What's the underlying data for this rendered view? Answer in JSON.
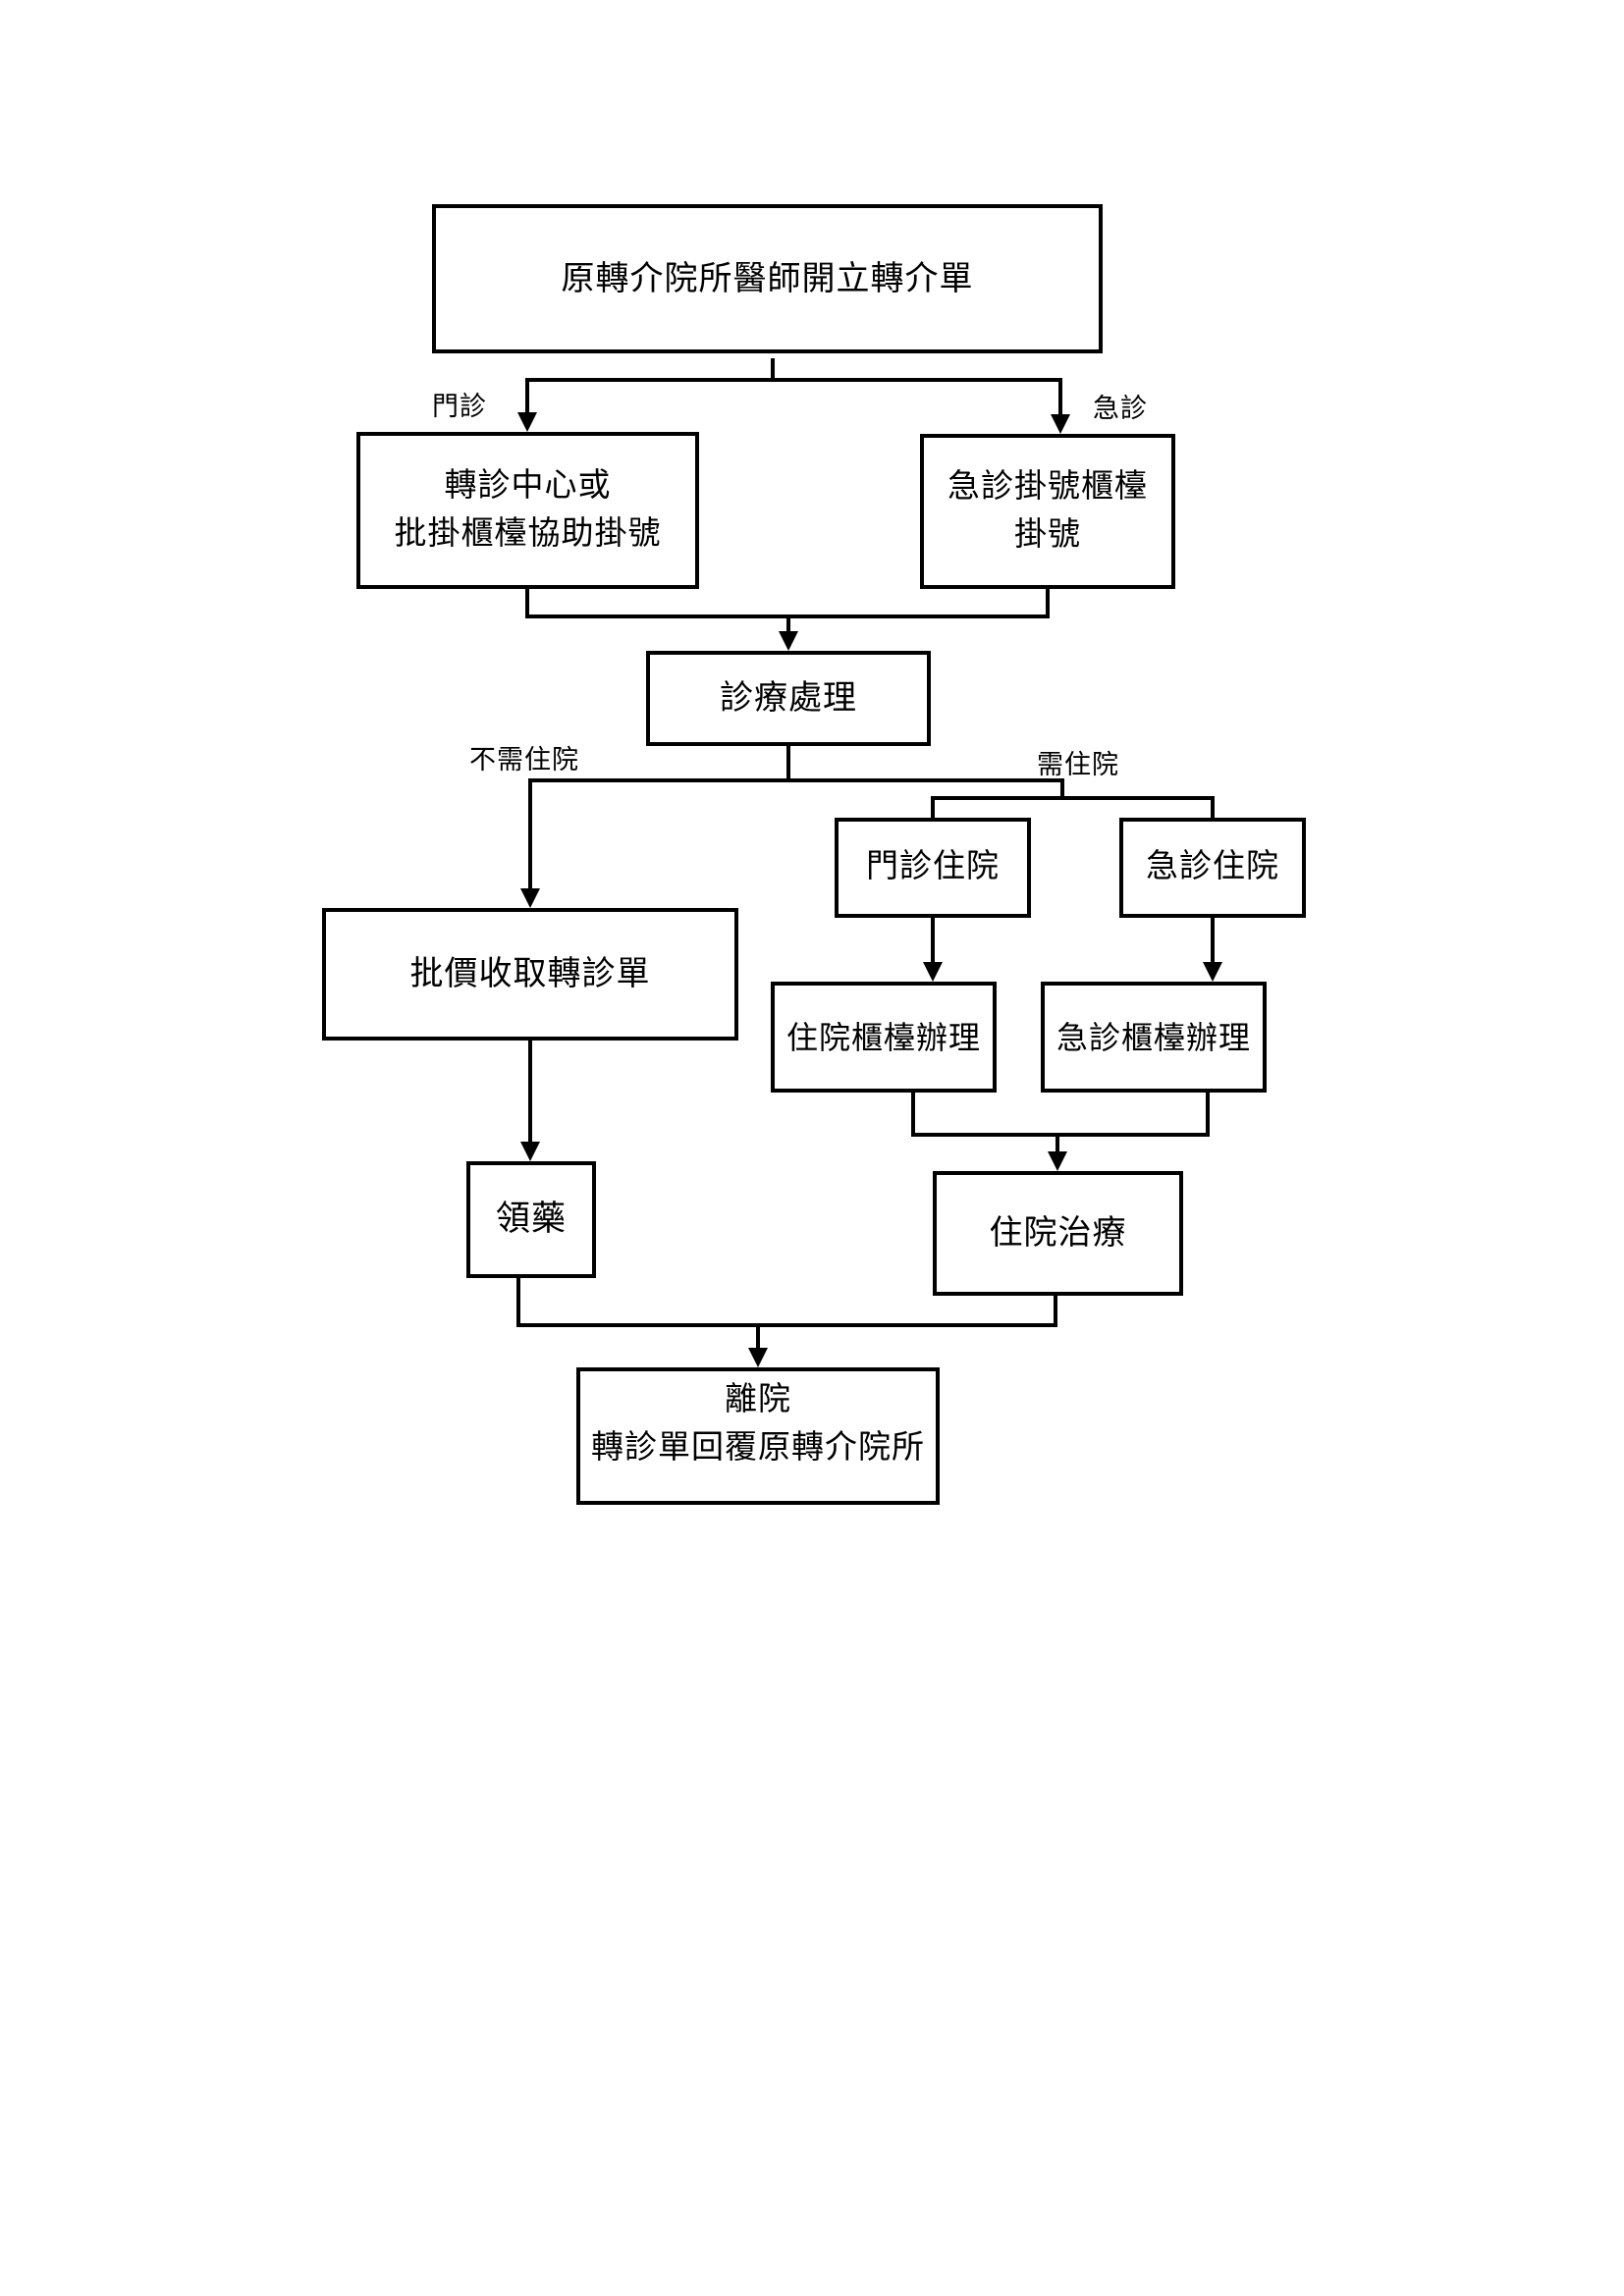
{
  "page": {
    "background_color": "#ffffff",
    "ink_color": "#000000",
    "description": "Hospital referral process flowchart"
  },
  "flowchart": {
    "nodes": {
      "referral": {
        "label": "原轉介院所醫師開立轉介單"
      },
      "outpatient_reg": {
        "line1": "轉診中心或",
        "line2": "批掛櫃檯協助掛號"
      },
      "er_reg": {
        "line1": "急診掛號櫃檯",
        "line2": "掛號"
      },
      "treatment": {
        "label": "診療處理"
      },
      "pricing": {
        "label": "批價收取轉診單"
      },
      "opd_admission": {
        "label": "門診住院"
      },
      "er_admission": {
        "label": "急診住院"
      },
      "admission_counter": {
        "label": "住院櫃檯辦理"
      },
      "er_counter": {
        "label": "急診櫃檯辦理"
      },
      "pharmacy": {
        "label": "領藥"
      },
      "inpatient_treatment": {
        "label": "住院治療"
      },
      "discharge": {
        "line1": "離院",
        "line2": "轉診單回覆原轉介院所"
      }
    },
    "edge_labels": {
      "outpatient": "門診",
      "emergency": "急診",
      "no_hospitalization": "不需住院",
      "hospitalization": "需住院"
    }
  }
}
